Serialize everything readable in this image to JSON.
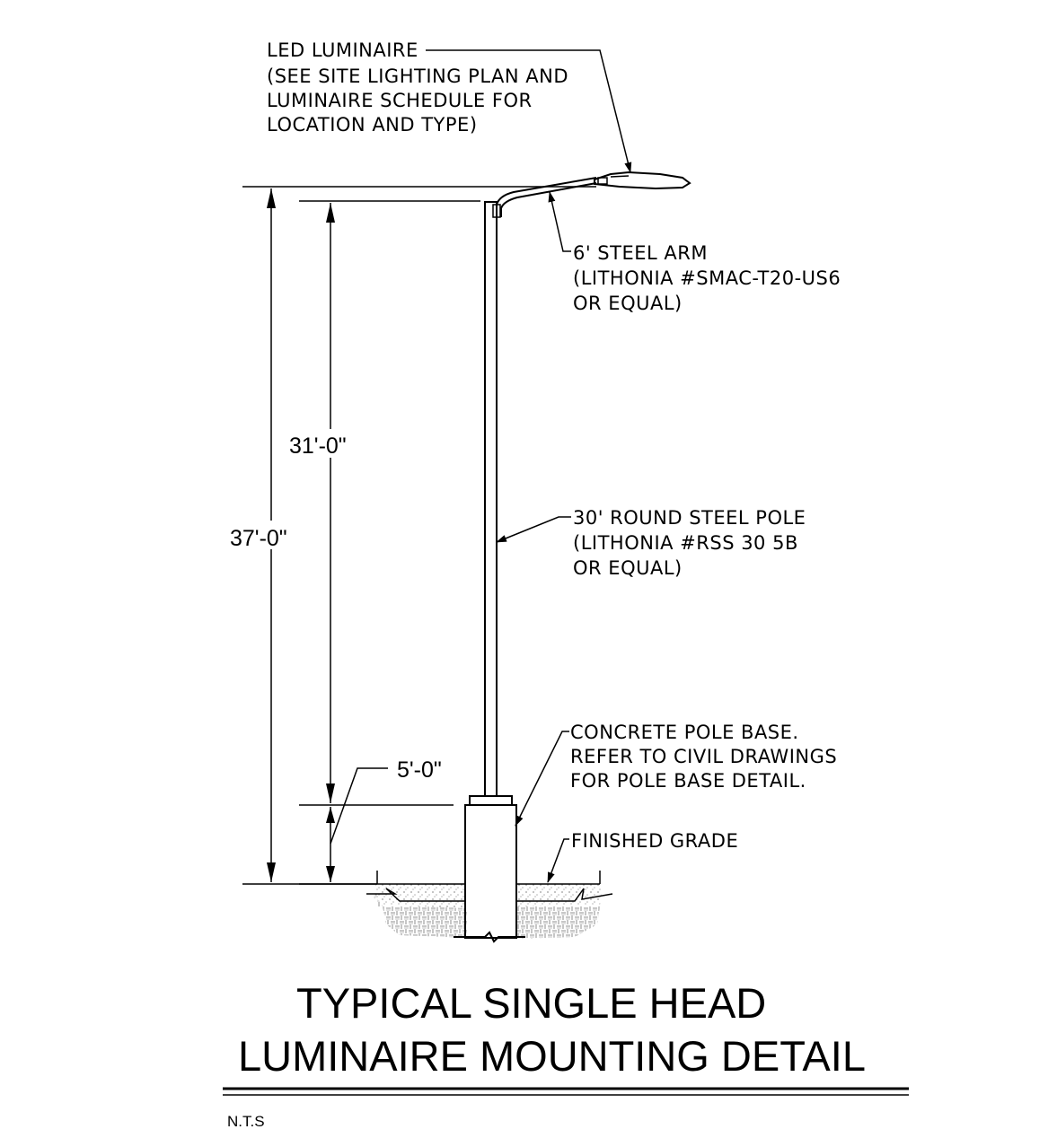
{
  "notes": {
    "luminaire": [
      "LED LUMINAIRE",
      "(SEE SITE LIGHTING PLAN AND",
      "LUMINAIRE SCHEDULE FOR",
      "LOCATION AND TYPE)"
    ],
    "arm": [
      "6' STEEL ARM",
      "(LITHONIA #SMAC-T20-US6",
      "OR EQUAL)"
    ],
    "pole": [
      "30' ROUND STEEL POLE",
      "(LITHONIA #RSS 30 5B",
      "OR EQUAL)"
    ],
    "base": [
      "CONCRETE POLE BASE.",
      "REFER TO CIVIL DRAWINGS",
      "FOR POLE BASE DETAIL."
    ],
    "grade": "FINISHED GRADE"
  },
  "dimensions": {
    "total_height": "37'-0\"",
    "pole_height": "31'-0\"",
    "base_height": "5'-0\""
  },
  "title": {
    "line1": "TYPICAL SINGLE HEAD",
    "line2": "LUMINAIRE MOUNTING DETAIL"
  },
  "scale_note": "N.T.S"
}
